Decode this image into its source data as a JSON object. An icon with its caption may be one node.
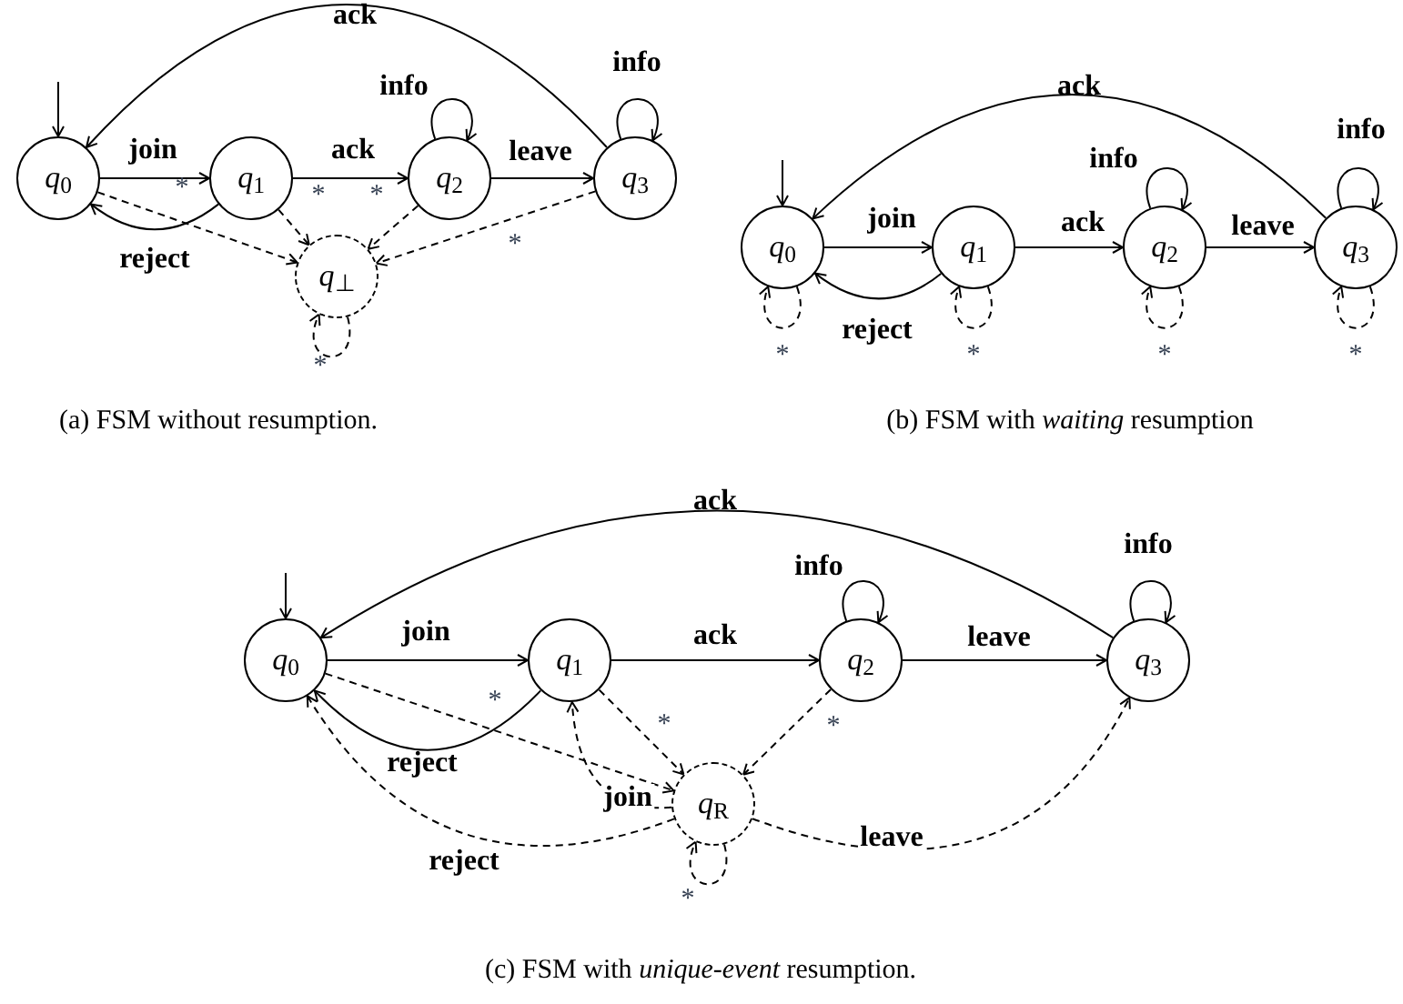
{
  "diagram": {
    "nodes": [
      {
        "text": [
          "*q*$_{0}$"
        ]
      },
      {
        "text": [
          "*q*$_{1}$"
        ]
      },
      {
        "text": [
          "*q*$_{2}$"
        ]
      },
      {
        "text": [
          "*q*$_{3}$"
        ]
      },
      {
        "text": [
          "*q*$_{⊥}$"
        ]
      },
      {
        "text": [
          "*q*$_{0}$"
        ]
      },
      {
        "text": [
          "*q*$_{1}$"
        ]
      },
      {
        "text": [
          "*q*$_{2}$"
        ]
      },
      {
        "text": [
          "*q*$_{3}$"
        ]
      },
      {
        "text": [
          "*q*$_{0}$"
        ]
      },
      {
        "text": [
          "*q*$_{1}$"
        ]
      },
      {
        "text": [
          "*q*$_{2}$"
        ]
      },
      {
        "text": [
          "*q*$_{3}$"
        ]
      },
      {
        "text": [
          "*q*$_{R}$"
        ]
      }
    ],
    "edges": [
      {
        "from": null,
        "to": 0,
        "arrow": "to"
      },
      {
        "from": 0,
        "to": 1,
        "arrow": "to",
        "label": "join"
      },
      {
        "from": 1,
        "to": 2,
        "arrow": "to",
        "label": "ack"
      },
      {
        "from": 2,
        "to": 3,
        "arrow": "to",
        "label": "leave"
      },
      {
        "from": 3,
        "to": 0,
        "arrow": "to",
        "label": "ack"
      },
      {
        "from": 1,
        "to": 0,
        "arrow": "to",
        "label": "reject"
      },
      {
        "from": 2,
        "to": 2,
        "arrow": "to",
        "label": "info"
      },
      {
        "from": 3,
        "to": 3,
        "arrow": "to",
        "label": "info"
      },
      {
        "from": 0,
        "to": 4,
        "arrow": "to",
        "label": "*",
        "style": "dashed"
      },
      {
        "from": 1,
        "to": 4,
        "arrow": "to",
        "label": "*",
        "style": "dashed"
      },
      {
        "from": 2,
        "to": 4,
        "arrow": "to",
        "label": "*",
        "style": "dashed"
      },
      {
        "from": 3,
        "to": 4,
        "arrow": "to",
        "label": "*",
        "style": "dashed"
      },
      {
        "from": 4,
        "to": 4,
        "arrow": "to",
        "label": "*",
        "style": "dashed"
      },
      {
        "from": null,
        "to": 5,
        "arrow": "to"
      },
      {
        "from": 5,
        "to": 6,
        "arrow": "to",
        "label": "join"
      },
      {
        "from": 6,
        "to": 7,
        "arrow": "to",
        "label": "ack"
      },
      {
        "from": 7,
        "to": 8,
        "arrow": "to",
        "label": "leave"
      },
      {
        "from": 8,
        "to": 5,
        "arrow": "to",
        "label": "ack"
      },
      {
        "from": 6,
        "to": 5,
        "arrow": "to",
        "label": "reject"
      },
      {
        "from": 7,
        "to": 7,
        "arrow": "to",
        "label": "info"
      },
      {
        "from": 8,
        "to": 8,
        "arrow": "to",
        "label": "info"
      },
      {
        "from": 5,
        "to": 5,
        "arrow": "to",
        "label": "*",
        "style": "dashed"
      },
      {
        "from": 6,
        "to": 6,
        "arrow": "to",
        "label": "*",
        "style": "dashed"
      },
      {
        "from": 7,
        "to": 7,
        "arrow": "to",
        "label": "*",
        "style": "dashed"
      },
      {
        "from": 8,
        "to": 8,
        "arrow": "to",
        "label": "*",
        "style": "dashed"
      },
      {
        "from": null,
        "to": 9,
        "arrow": "to"
      },
      {
        "from": 9,
        "to": 10,
        "arrow": "to",
        "label": "join"
      },
      {
        "from": 10,
        "to": 11,
        "arrow": "to",
        "label": "ack"
      },
      {
        "from": 11,
        "to": 12,
        "arrow": "to",
        "label": "leave"
      },
      {
        "from": 12,
        "to": 9,
        "arrow": "to",
        "label": "ack"
      },
      {
        "from": 10,
        "to": 9,
        "arrow": "to",
        "label": "reject"
      },
      {
        "from": 11,
        "to": 11,
        "arrow": "to",
        "label": "info"
      },
      {
        "from": 12,
        "to": 12,
        "arrow": "to",
        "label": "info"
      },
      {
        "from": 9,
        "to": 13,
        "arrow": "to",
        "label": "*",
        "style": "dashed"
      },
      {
        "from": 10,
        "to": 13,
        "arrow": "to",
        "label": "*",
        "style": "dashed"
      },
      {
        "from": 11,
        "to": 13,
        "arrow": "to",
        "label": "*",
        "style": "dashed"
      },
      {
        "from": 13,
        "to": 10,
        "arrow": "to",
        "label": "join",
        "style": "dashed"
      },
      {
        "from": 13,
        "to": 9,
        "arrow": "to",
        "label": "reject",
        "style": "dashed"
      },
      {
        "from": 13,
        "to": 12,
        "arrow": "to",
        "label": "leave",
        "style": "dashed"
      },
      {
        "from": 13,
        "to": 13,
        "arrow": "to",
        "label": "*",
        "style": "dashed"
      }
    ],
    "labels": [
      "(a) FSM without resumption.",
      "(b) FSM with *waiting* resumption",
      "(c) FSM with *unique-event* resumption."
    ]
  }
}
